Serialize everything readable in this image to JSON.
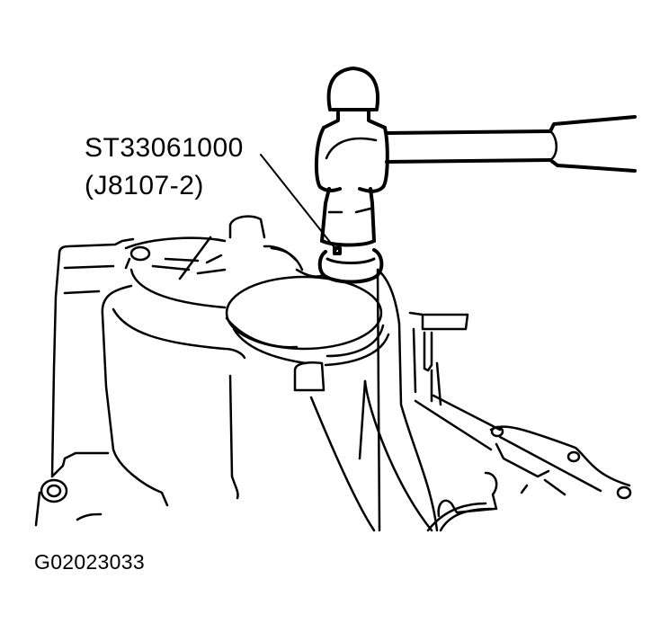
{
  "figure": {
    "callout": {
      "part_number": "ST33061000",
      "alt_part_number": "(J8107-2)"
    },
    "figure_id": "G02023033",
    "components": [
      "hammer",
      "drift-tool",
      "transmission-case",
      "extension-housing-flange"
    ],
    "colors": {
      "line": "#000000",
      "background": "#ffffff"
    }
  }
}
